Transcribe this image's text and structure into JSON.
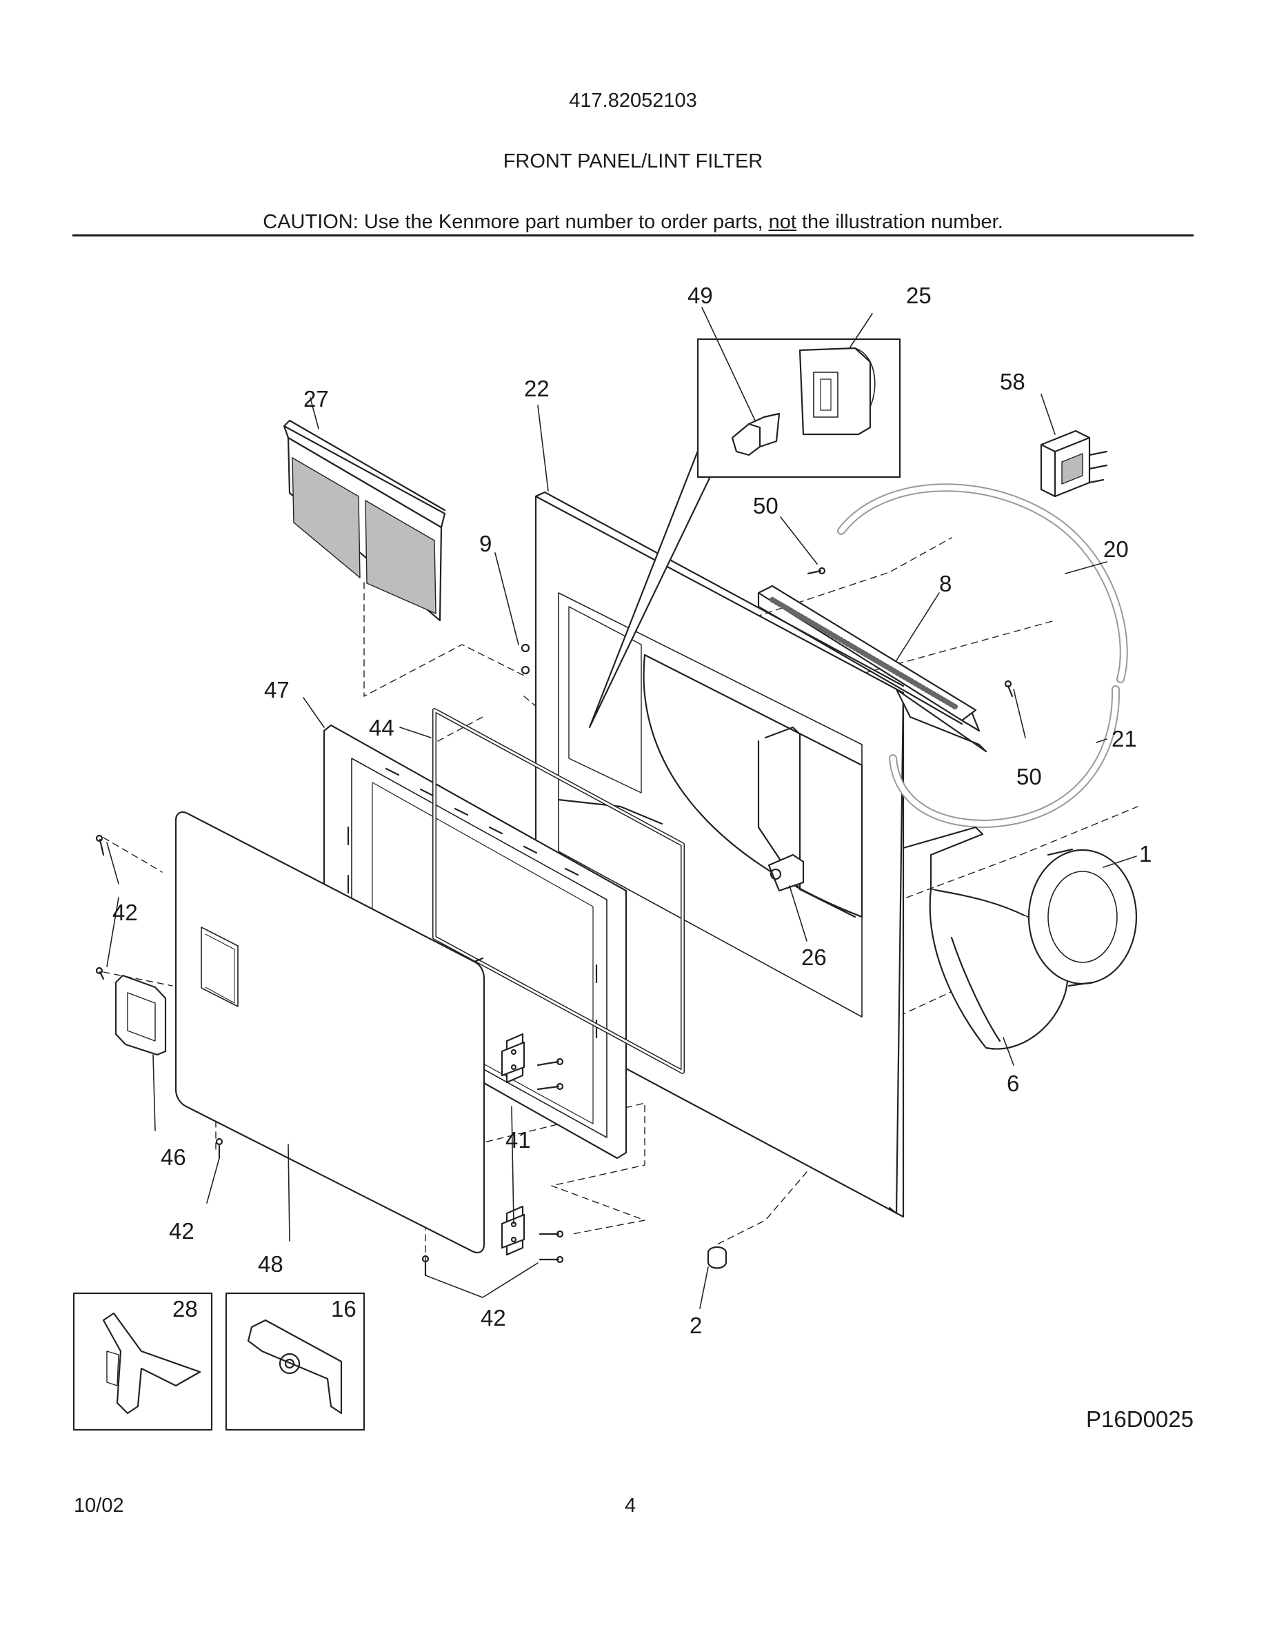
{
  "header": {
    "model": "417.82052103",
    "section_title": "FRONT PANEL/LINT FILTER",
    "caution": {
      "prefix": "CAUTION: Use the Kenmore part number to order parts, ",
      "emphasis": "not",
      "suffix": " the illustration number."
    }
  },
  "parts": [
    {
      "id": "p1",
      "label": "1"
    },
    {
      "id": "p2",
      "label": "2"
    },
    {
      "id": "p6",
      "label": "6"
    },
    {
      "id": "p8",
      "label": "8"
    },
    {
      "id": "p9",
      "label": "9"
    },
    {
      "id": "p16",
      "label": "16"
    },
    {
      "id": "p20",
      "label": "20"
    },
    {
      "id": "p21",
      "label": "21"
    },
    {
      "id": "p22",
      "label": "22"
    },
    {
      "id": "p25",
      "label": "25"
    },
    {
      "id": "p26",
      "label": "26"
    },
    {
      "id": "p27",
      "label": "27"
    },
    {
      "id": "p28",
      "label": "28"
    },
    {
      "id": "p41",
      "label": "41"
    },
    {
      "id": "p42a",
      "label": "42"
    },
    {
      "id": "p42b",
      "label": "42"
    },
    {
      "id": "p42c",
      "label": "42"
    },
    {
      "id": "p44",
      "label": "44"
    },
    {
      "id": "p46",
      "label": "46"
    },
    {
      "id": "p47",
      "label": "47"
    },
    {
      "id": "p48",
      "label": "48"
    },
    {
      "id": "p49",
      "label": "49"
    },
    {
      "id": "p50a",
      "label": "50"
    },
    {
      "id": "p50b",
      "label": "50"
    },
    {
      "id": "p58",
      "label": "58"
    }
  ],
  "figure_code": "P16D0025",
  "footer": {
    "date": "10/02",
    "page_number": "4"
  }
}
